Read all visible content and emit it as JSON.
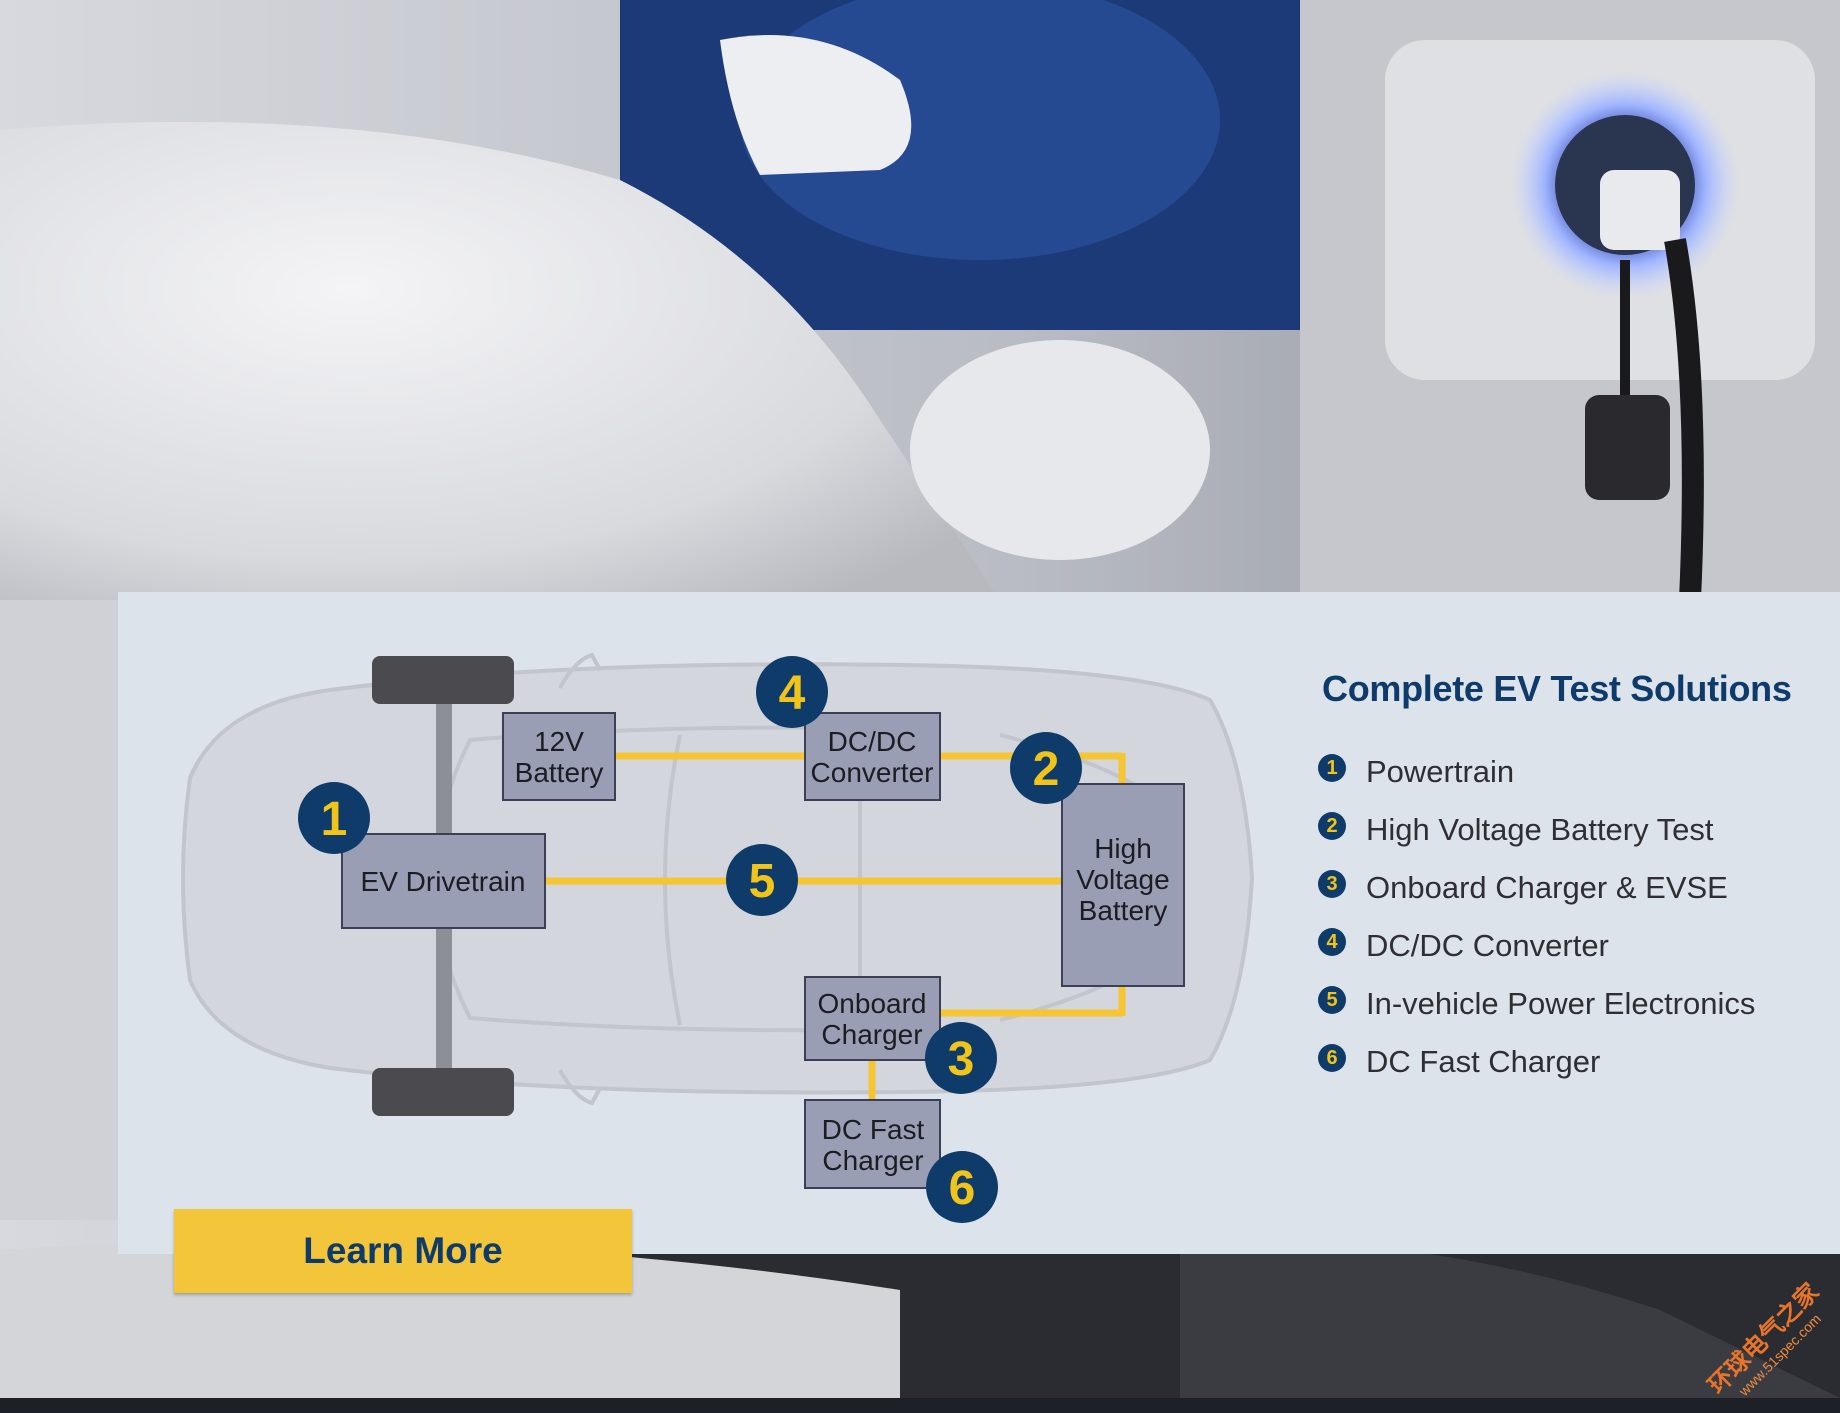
{
  "diagram": {
    "components": {
      "battery_12v": [
        "12V",
        "Battery"
      ],
      "dcdc": [
        "DC/DC",
        "Converter"
      ],
      "drivetrain": [
        "EV Drivetrain"
      ],
      "hv_battery": [
        "High",
        "Voltage",
        "Battery"
      ],
      "onboard_charger": [
        "Onboard",
        "Charger"
      ],
      "dc_fast_charger": [
        "DC Fast",
        "Charger"
      ]
    },
    "markers": {
      "drivetrain": "1",
      "hv_battery": "2",
      "onboard_charger": "3",
      "dcdc": "4",
      "power_electronics": "5",
      "fast_charger": "6"
    }
  },
  "panel": {
    "title": "Complete EV Test Solutions",
    "legend": [
      {
        "num": "1",
        "label": "Powertrain"
      },
      {
        "num": "2",
        "label": "High Voltage Battery Test"
      },
      {
        "num": "3",
        "label": "Onboard Charger & EVSE"
      },
      {
        "num": "4",
        "label": "DC/DC Converter"
      },
      {
        "num": "5",
        "label": "In-vehicle Power Electronics"
      },
      {
        "num": "6",
        "label": "DC Fast Charger"
      }
    ]
  },
  "cta": {
    "label": "Learn More"
  },
  "watermark": {
    "text": "环球电气之家",
    "url": "www.51spec.com"
  },
  "colors": {
    "navy": "#0e3b6a",
    "accent_yellow": "#f2c53a",
    "connection_yellow": "#f6c532",
    "component_box": "#999eb5",
    "panel_bg": "#dde3ea"
  }
}
